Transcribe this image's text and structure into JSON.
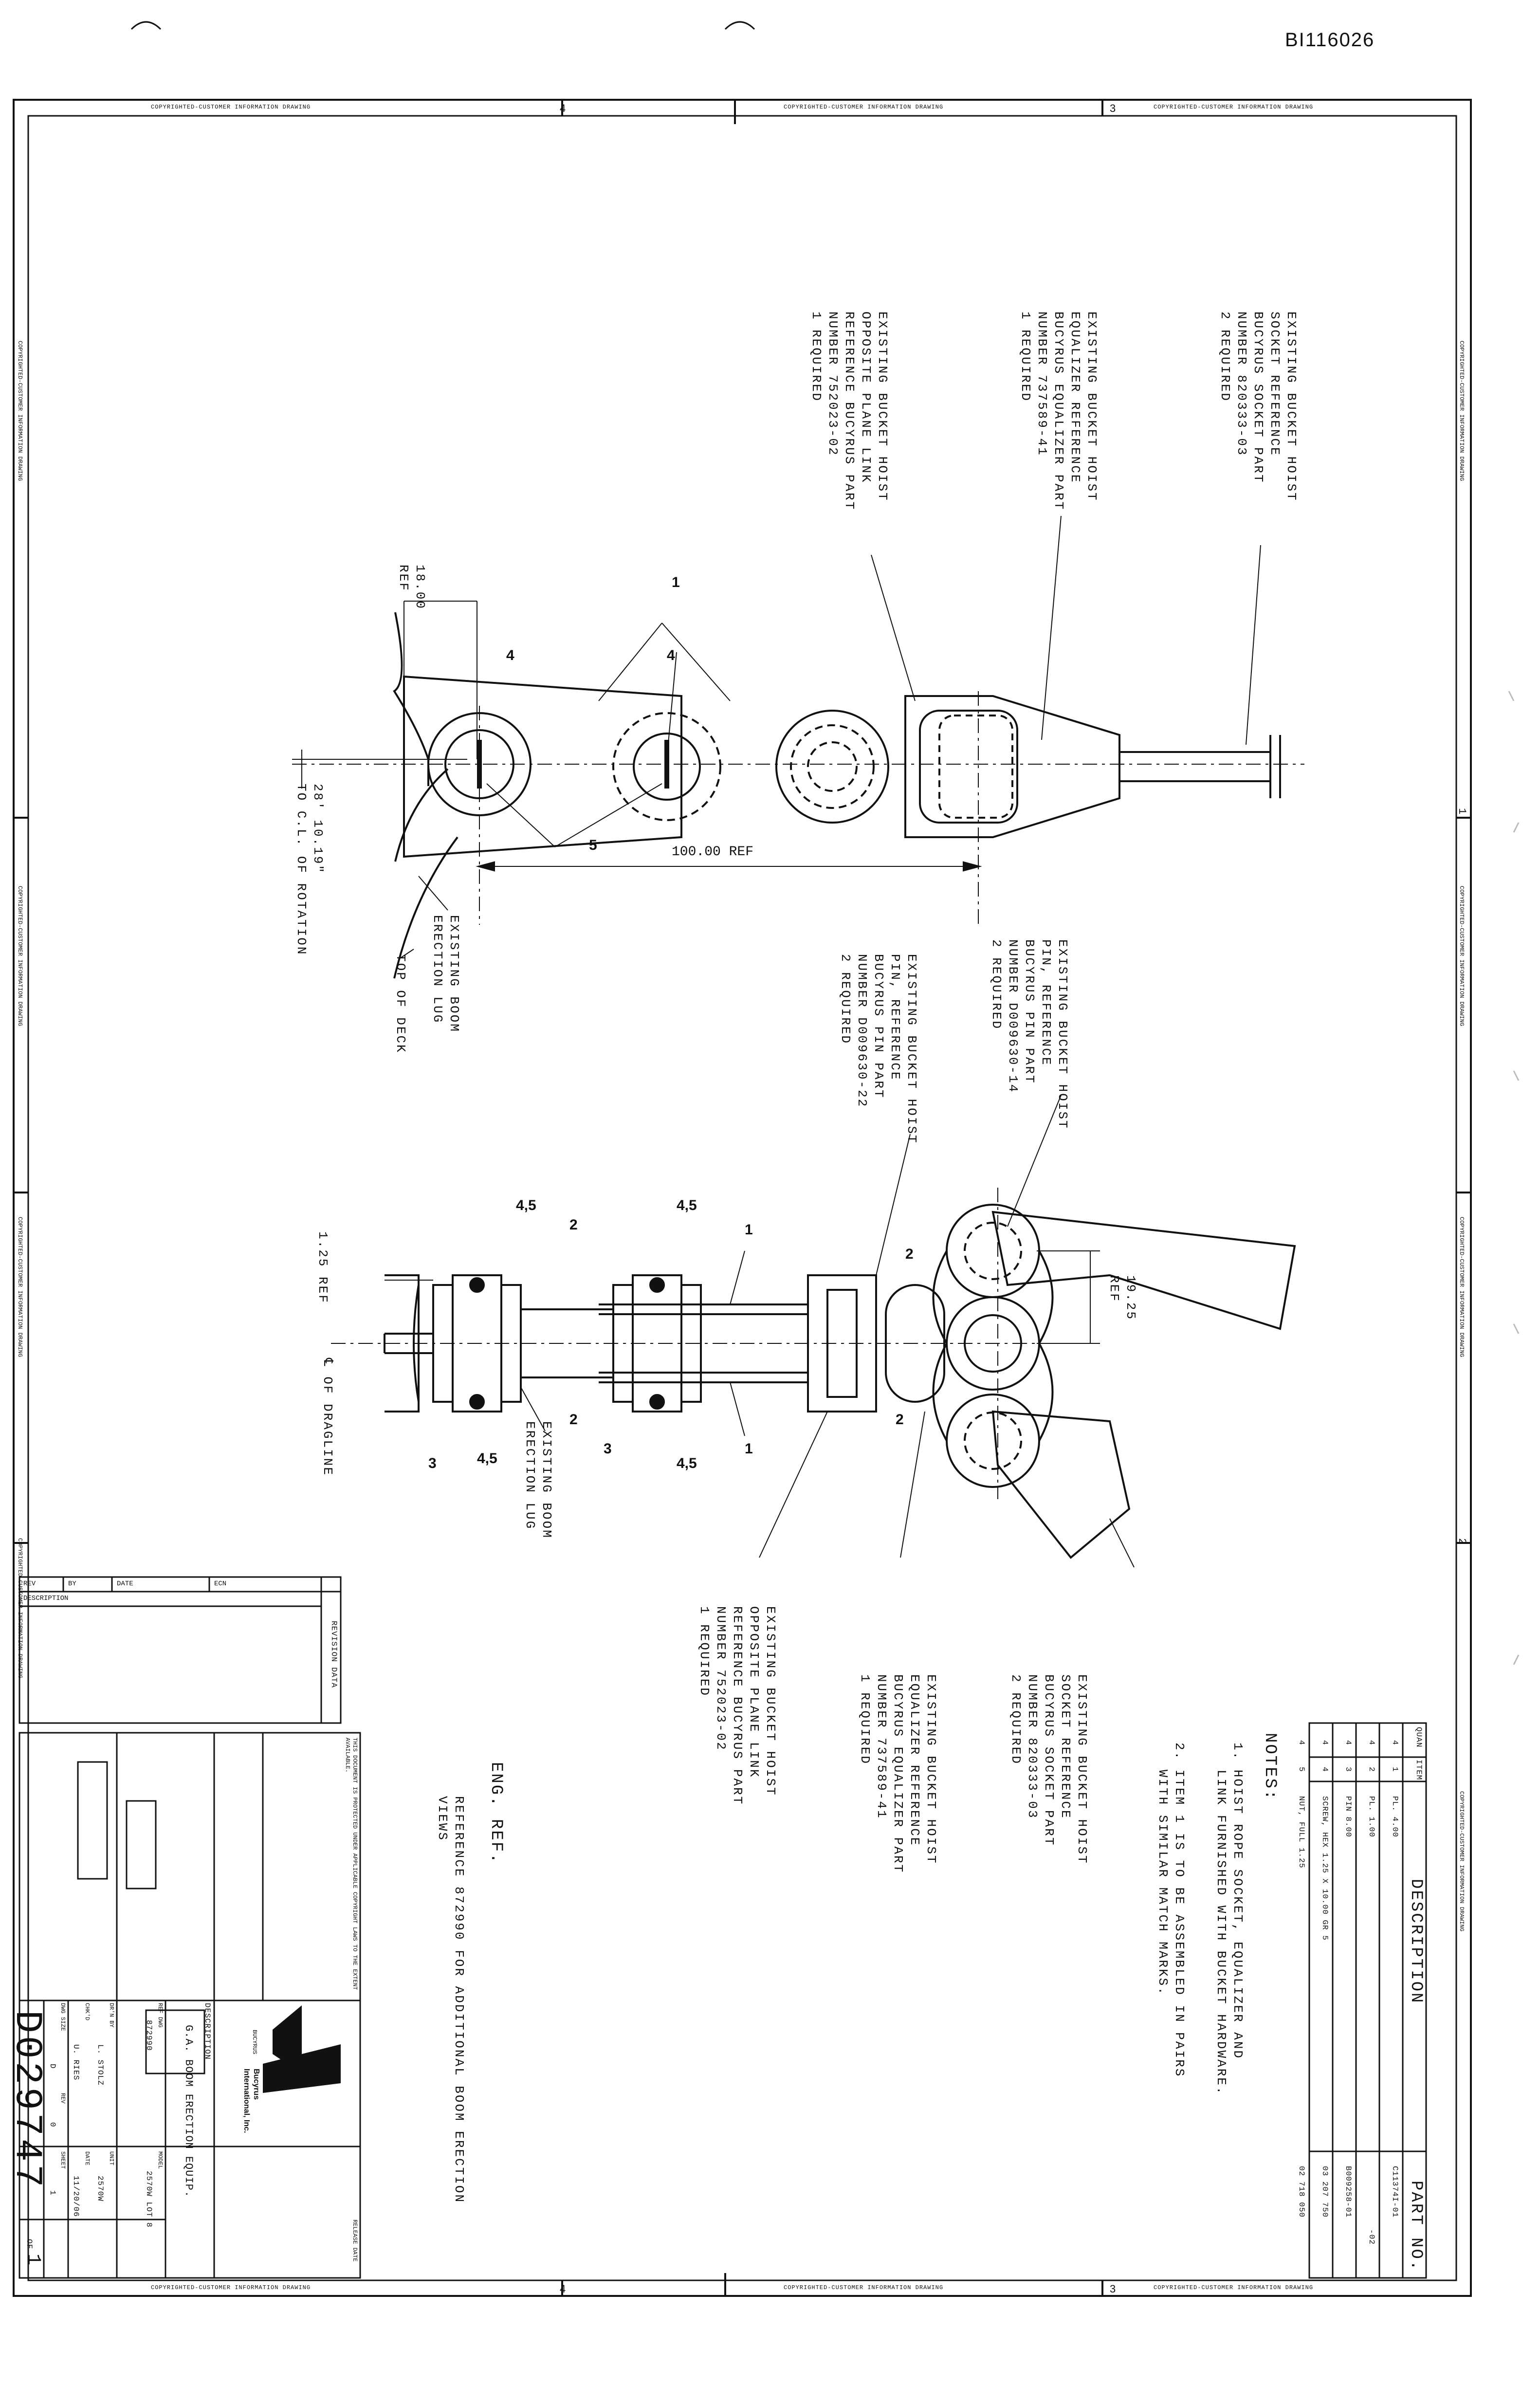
{
  "doc_id": "BI116026",
  "copyright": "COPYRIGHTED-CUSTOMER INFORMATION DRAWING",
  "zone_numbers": {
    "top": [
      "4",
      "3"
    ],
    "right": [
      "1",
      "2"
    ]
  },
  "upper_view": {
    "callout_socket": "EXISTING BUCKET HOIST\nSOCKET REFERENCE\nBUCYRUS SOCKET PART\nNUMBER 820333-03\n2 REQUIRED",
    "callout_equalizer": "EXISTING BUCKET HOIST\nEQUALIZER REFERENCE\nBUCYRUS EQUALIZER PART\nNUMBER 737589-41\n1 REQUIRED",
    "callout_plane_link": "EXISTING BUCKET HOIST\nOPPOSITE PLANE LINK\nREFERENCE BUCYRUS PART\nNUMBER 752023-02\n1 REQUIRED",
    "dim_18": "18.00\nREF",
    "dim_100": "100.00 REF",
    "dim_28": "28' 10.19\"\nTO C.L. OF ROTATION",
    "boom_lug": "EXISTING BOOM\nERECTION LUG",
    "top_of_deck": "TOP OF DECK",
    "items": [
      "1",
      "4",
      "4",
      "5"
    ]
  },
  "lower_view": {
    "callout_pin": "EXISTING BUCKET HOIST\nPIN, REFERENCE\nBUCYRUS PIN PART\nNUMBER D009630-14\n2 REQUIRED",
    "callout_hoist_pin": "EXISTING BUCKET HOIST\nPIN, REFERENCE\nBUCYRUS PIN PART\nNUMBER D009630-22\n2 REQUIRED",
    "dim_1925": "19.25\nREF",
    "dim_125": "1.25 REF",
    "dragline": "℄ OF DRAGLINE",
    "boom_lug": "EXISTING BOOM\nERECTION LUG",
    "callout_socket": "EXISTING BUCKET HOIST\nSOCKET REFERENCE\nBUCYRUS SOCKET PART\nNUMBER 820333-03\n2 REQUIRED",
    "callout_equalizer": "EXISTING BUCKET HOIST\nEQUALIZER REFERENCE\nBUCYRUS EQUALIZER PART\nNUMBER 737589-41\n1 REQUIRED",
    "callout_plane_link": "EXISTING BUCKET HOIST\nOPPOSITE PLANE LINK\nREFERENCE BUCYRUS PART\nNUMBER 752023-02\n1 REQUIRED",
    "items": [
      "1",
      "1",
      "2",
      "2",
      "2",
      "2",
      "3",
      "3",
      "4,5",
      "4,5",
      "4,5",
      "4,5"
    ]
  },
  "eng_ref": {
    "title": "ENG. REF.",
    "text": "REFERENCE 872990 FOR ADDITIONAL BOOM ERECTION\nVIEWS"
  },
  "notes": {
    "title": "NOTES:",
    "items": [
      "1. HOIST ROPE SOCKET, EQUALIZER AND\n   LINK FURNISHED WITH BUCKET HARDWARE.",
      "2. ITEM 1 IS TO BE ASSEMBLED IN PAIRS\n   WITH SIMILAR MATCH MARKS."
    ]
  },
  "bom": {
    "headers": [
      "QUAN",
      "ITEM",
      "DESCRIPTION",
      "PART NO."
    ],
    "rows": [
      [
        "4",
        "1",
        "PL. 4.00",
        "C11374I-01"
      ],
      [
        "4",
        "2",
        "PL. 1.00",
        "-02"
      ],
      [
        "4",
        "3",
        "PIN 8.00",
        "B009258-01"
      ],
      [
        "4",
        "4",
        "SCREW, HEX 1.25 X 10.00 GR 5",
        "03 207 750"
      ],
      [
        "4",
        "5",
        "NUT, FULL 1.25",
        "02 718 050"
      ]
    ]
  },
  "revision": {
    "headers": [
      "REV",
      "BY",
      "DATE",
      "ECN"
    ],
    "description": "DESCRIPTION",
    "revision_data": "REVISION DATA"
  },
  "title_block": {
    "company": "Bucyrus\nInternational, Inc.",
    "title": "G.A. BOOM ERECTION EQUIP.",
    "ref_dwg_label": "REF DWG",
    "ref_dwg": "872990",
    "model_label": "MODEL",
    "model": "2570W LOT 8",
    "drawn_by_label": "DR'N BY",
    "drawn_by": "L. STOLZ",
    "checked_label": "CHK'D",
    "checked": "U. RIES",
    "date_label": "DATE",
    "date": "11/20/06",
    "size_label": "DWG SIZE",
    "size": "D",
    "rev_label": "REV",
    "rev": "0",
    "sheet_label": "SHEET",
    "sheet": "1",
    "of": "OF",
    "total": "1",
    "drawing_number": "D029747",
    "release_date": "RELEASE DATE",
    "description_label": "DESCRIPTION",
    "copyright_notice": "THIS DOCUMENT IS PROTECTED UNDER APPLICABLE COPYRIGHT LAWS TO THE EXTENT AVAILABLE.",
    "unit": "UNIT",
    "unit_value": "2570W"
  },
  "bucyrus_logo": "BUCYRUS"
}
